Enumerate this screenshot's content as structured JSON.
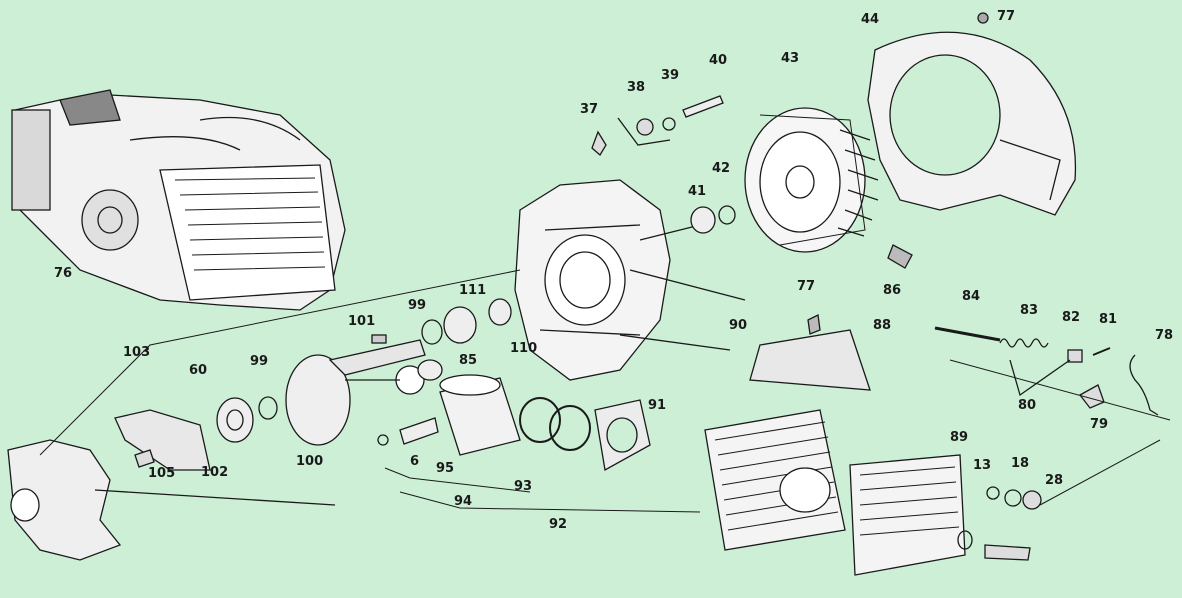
{
  "labels": {
    "p37": "37",
    "p38": "38",
    "p39": "39",
    "p40": "40",
    "p43": "43",
    "p44": "44",
    "p77a": "77",
    "p42": "42",
    "p41": "41",
    "p76": "76",
    "p86": "86",
    "p84": "84",
    "p83": "83",
    "p82": "82",
    "p81": "81",
    "p78": "78",
    "p77b": "77",
    "p88": "88",
    "p90": "90",
    "p99a": "99",
    "p111": "111",
    "p110": "110",
    "p101": "101",
    "p85": "85",
    "p103": "103",
    "p60": "60",
    "p99b": "99",
    "p80": "80",
    "p79": "79",
    "p91": "91",
    "p100": "100",
    "p102": "102",
    "p105": "105",
    "p6": "6",
    "p95": "95",
    "p93": "93",
    "p94": "94",
    "p89": "89",
    "p13": "13",
    "p18": "18",
    "p28": "28",
    "p92": "92"
  },
  "colors": {
    "background": "#ccefd6",
    "ink": "#1a1a1a"
  }
}
